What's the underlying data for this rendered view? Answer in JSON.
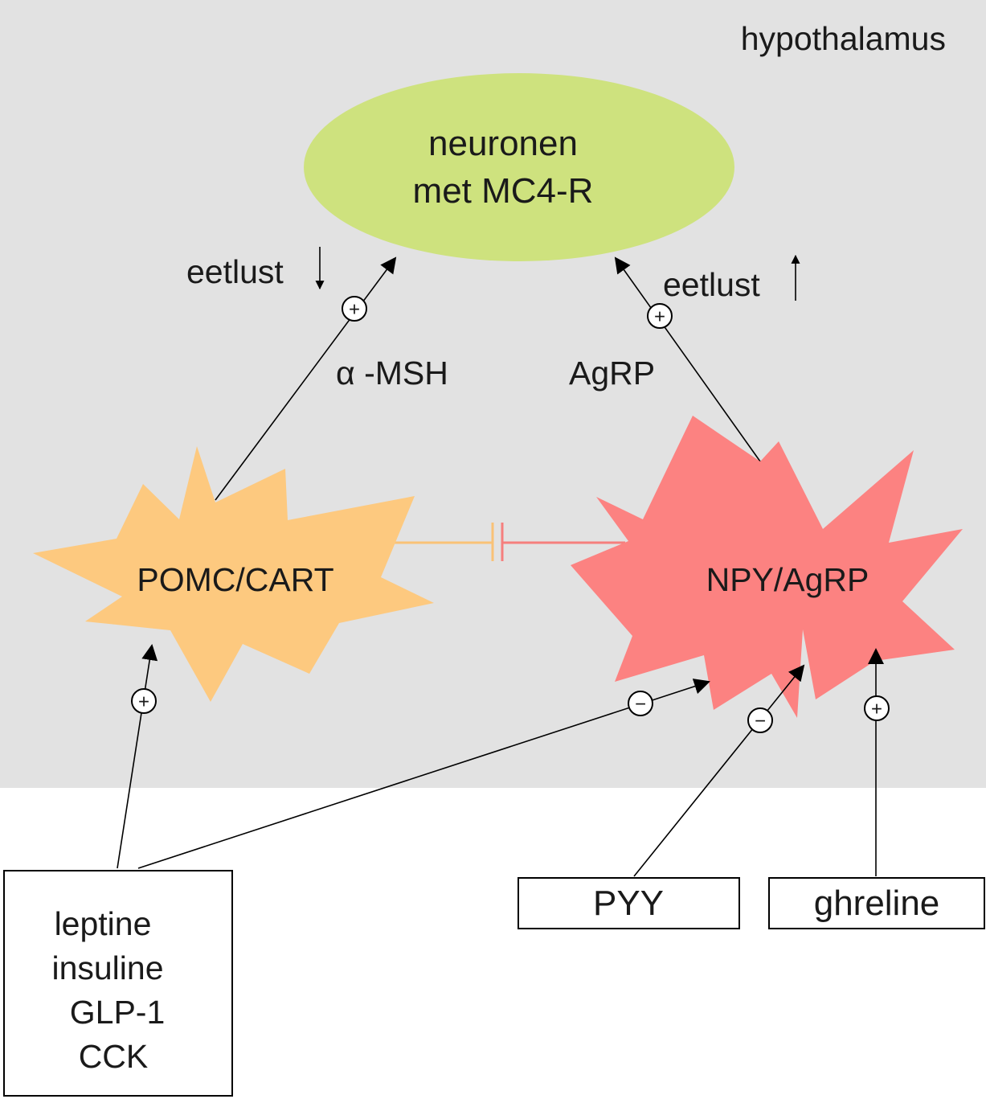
{
  "region": {
    "label": "hypothalamus"
  },
  "target": {
    "line1": "neuronen",
    "line2": "met MC4-R"
  },
  "pomc": {
    "label": "POMC/CART"
  },
  "npy": {
    "label": "NPY/AgRP"
  },
  "signals": {
    "alpha_msh": "α -MSH",
    "agrp": "AgRP",
    "appetite_down": "eetlust",
    "appetite_up": "eetlust"
  },
  "inputs": {
    "left_box": [
      "leptine",
      "insuline",
      "GLP-1",
      "CCK"
    ],
    "pyy": "PYY",
    "ghreline": "ghreline"
  },
  "signs": {
    "plus": "+",
    "minus": "−"
  },
  "colors": {
    "hypothalamus_bg": "#e2e2e2",
    "target_fill": "#cee27e",
    "pomc_fill": "#fdc97f",
    "npy_fill": "#fc8281",
    "pomc_line": "#f9c277",
    "npy_line": "#f57f7d"
  }
}
